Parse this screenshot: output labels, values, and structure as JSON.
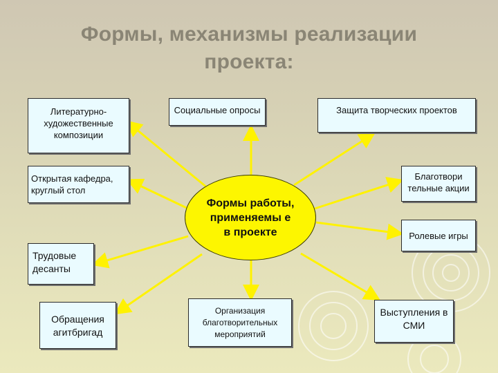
{
  "slide": {
    "title_line1": "Формы, механизмы реализации",
    "title_line2": "проекта:",
    "center_label": "Формы работы, применяемы е в проекте",
    "nodes": [
      {
        "id": "lit",
        "label": "Литературно-художественные композиции"
      },
      {
        "id": "survey",
        "label": "Социальные опросы"
      },
      {
        "id": "protect",
        "label": "Защита творческих проектов"
      },
      {
        "id": "dept",
        "label": "Открытая кафедра, круглый стол"
      },
      {
        "id": "charity",
        "label": "Благотвори тельные акции"
      },
      {
        "id": "role",
        "label": "Ролевые игры"
      },
      {
        "id": "labor",
        "label": "Трудовые десанты"
      },
      {
        "id": "agit",
        "label": "Обращения агитбригад"
      },
      {
        "id": "org",
        "label": "Организация благотворительных мероприятий"
      },
      {
        "id": "media",
        "label": "Выступления в СМИ"
      }
    ]
  },
  "colors": {
    "center_fill": "#fdf600",
    "node_fill": "#eafbff",
    "edge": "#fff200",
    "title": "#8a8575"
  }
}
